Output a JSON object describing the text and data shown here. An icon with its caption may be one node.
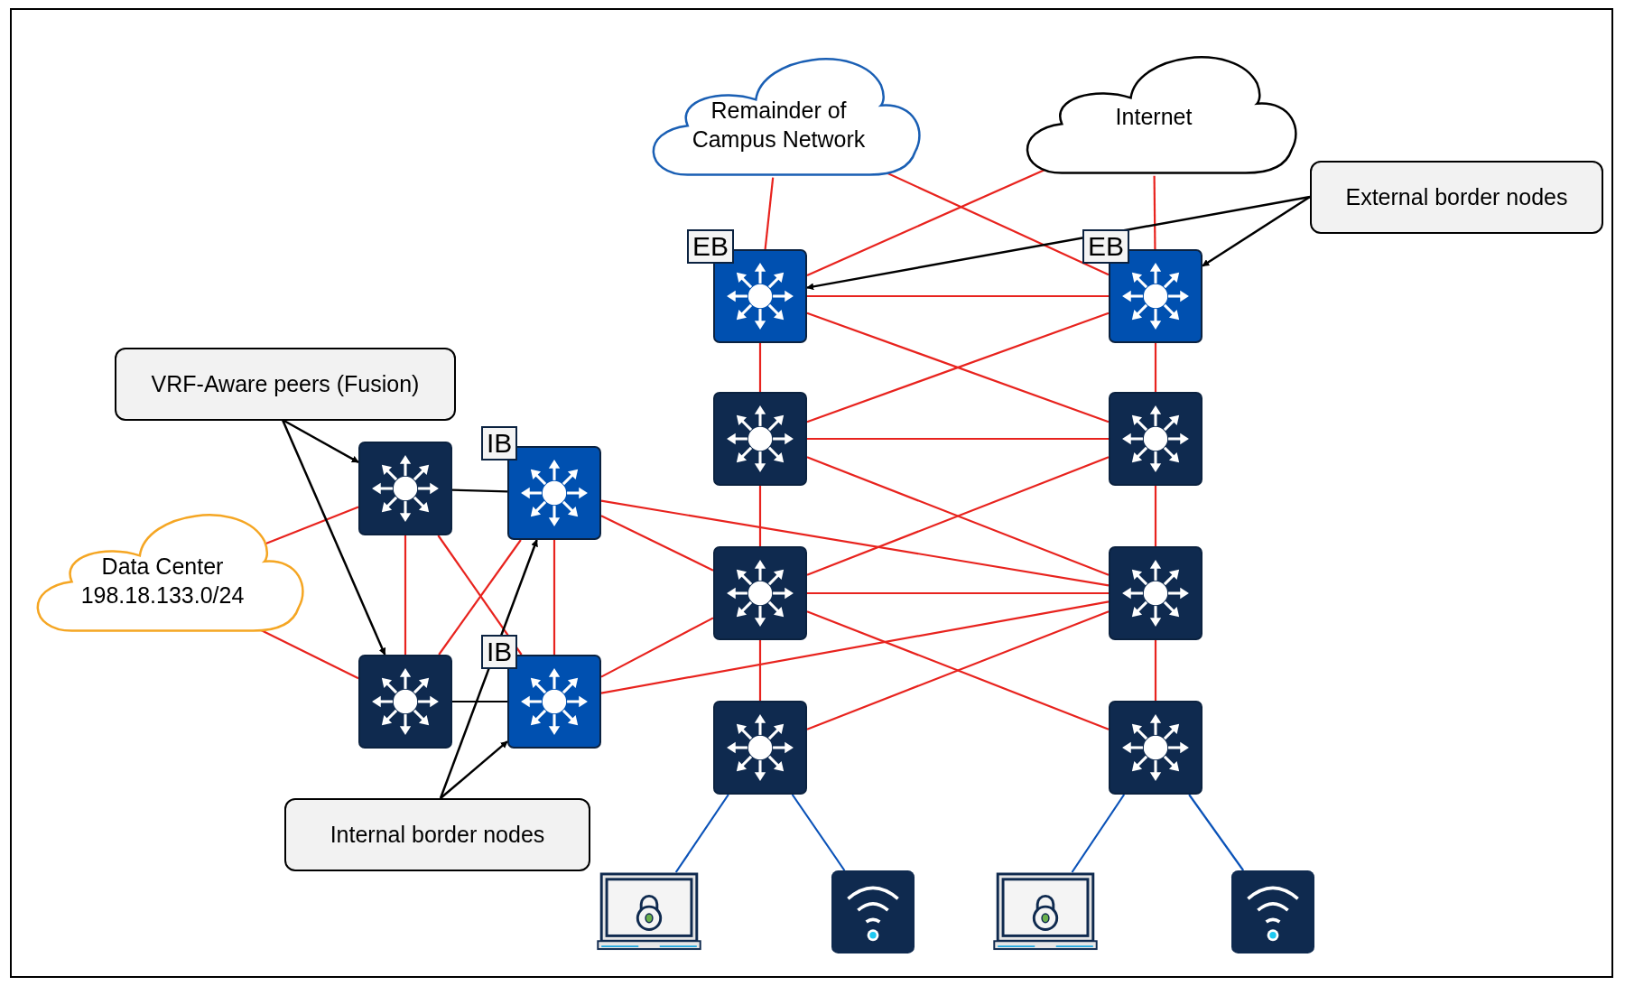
{
  "diagram": {
    "nodes": [
      {
        "text": [
          "Remainder of Campus Network"
        ]
      },
      {
        "text": [
          "Internet"
        ]
      },
      {
        "text": [
          "External border nodes"
        ]
      },
      {
        "text": [],
        "shape": "switch",
        "beside": [
          "EB"
        ]
      },
      {
        "text": [],
        "shape": "switch",
        "beside": [
          "EB"
        ]
      },
      {
        "text": [
          "VRF-Aware peers (Fusion)"
        ]
      },
      {
        "text": [],
        "shape": "switch"
      },
      {
        "text": [],
        "shape": "switch"
      },
      {
        "text": [],
        "shape": "switch"
      },
      {
        "text": [],
        "shape": "switch",
        "beside": [
          "IB"
        ]
      },
      {
        "text": [
          "Data Center 198.18.133.0/24"
        ]
      },
      {
        "text": [],
        "shape": "switch"
      },
      {
        "text": [],
        "shape": "switch"
      },
      {
        "text": [],
        "shape": "switch"
      },
      {
        "text": [],
        "shape": "switch",
        "beside": [
          "IB"
        ]
      },
      {
        "text": [],
        "shape": "switch"
      },
      {
        "text": [],
        "shape": "switch"
      },
      {
        "text": [
          "Internal border nodes"
        ]
      },
      {
        "text": [],
        "shape": "laptop"
      },
      {
        "text": [],
        "shape": "wifi"
      },
      {
        "text": [],
        "shape": "laptop"
      },
      {
        "text": [],
        "shape": "wifi"
      }
    ],
    "edges": [
      {
        "from": 0,
        "to": 3,
        "arrow": "none"
      },
      {
        "from": 0,
        "to": 4,
        "arrow": "none"
      },
      {
        "from": 1,
        "to": 3,
        "arrow": "none"
      },
      {
        "from": 1,
        "to": 4,
        "arrow": "none"
      },
      {
        "from": 3,
        "to": 4,
        "arrow": "none"
      },
      {
        "from": 3,
        "to": 6,
        "arrow": "none"
      },
      {
        "from": 3,
        "to": 7,
        "arrow": "none"
      },
      {
        "from": 4,
        "to": 6,
        "arrow": "none"
      },
      {
        "from": 4,
        "to": 7,
        "arrow": "none"
      },
      {
        "from": 6,
        "to": 7,
        "arrow": "none"
      },
      {
        "from": 6,
        "to": 11,
        "arrow": "none"
      },
      {
        "from": 6,
        "to": 12,
        "arrow": "none"
      },
      {
        "from": 7,
        "to": 11,
        "arrow": "none"
      },
      {
        "from": 7,
        "to": 12,
        "arrow": "none"
      },
      {
        "from": 11,
        "to": 12,
        "arrow": "none"
      },
      {
        "from": 11,
        "to": 15,
        "arrow": "none"
      },
      {
        "from": 11,
        "to": 16,
        "arrow": "none"
      },
      {
        "from": 12,
        "to": 15,
        "arrow": "none"
      },
      {
        "from": 12,
        "to": 16,
        "arrow": "none"
      },
      {
        "from": 9,
        "to": 11,
        "arrow": "none"
      },
      {
        "from": 9,
        "to": 12,
        "arrow": "none"
      },
      {
        "from": 14,
        "to": 11,
        "arrow": "none"
      },
      {
        "from": 14,
        "to": 12,
        "arrow": "none"
      },
      {
        "from": 8,
        "to": 13,
        "arrow": "none"
      },
      {
        "from": 8,
        "to": 14,
        "arrow": "none"
      },
      {
        "from": 13,
        "to": 9,
        "arrow": "none"
      },
      {
        "from": 9,
        "to": 14,
        "arrow": "none"
      },
      {
        "from": 10,
        "to": 8,
        "arrow": "none"
      },
      {
        "from": 10,
        "to": 13,
        "arrow": "none"
      },
      {
        "from": 8,
        "to": 9,
        "arrow": "none",
        "color": "#000000"
      },
      {
        "from": 13,
        "to": 14,
        "arrow": "none",
        "color": "#000000"
      },
      {
        "from": 15,
        "to": 18,
        "arrow": "none",
        "color": "#0a52b8"
      },
      {
        "from": 15,
        "to": 19,
        "arrow": "none",
        "color": "#0a52b8"
      },
      {
        "from": 16,
        "to": 20,
        "arrow": "none",
        "color": "#0a52b8"
      },
      {
        "from": 16,
        "to": 21,
        "arrow": "none",
        "color": "#0a52b8"
      },
      {
        "from": 2,
        "to": 3,
        "arrow": "to",
        "color": "#000000"
      },
      {
        "from": 2,
        "to": 4,
        "arrow": "to",
        "color": "#000000"
      },
      {
        "from": 5,
        "to": 8,
        "arrow": "to",
        "color": "#000000"
      },
      {
        "from": 5,
        "to": 13,
        "arrow": "to",
        "color": "#000000"
      },
      {
        "from": 17,
        "to": 9,
        "arrow": "to",
        "color": "#000000"
      },
      {
        "from": 17,
        "to": 14,
        "arrow": "to",
        "color": "#000000"
      }
    ]
  }
}
